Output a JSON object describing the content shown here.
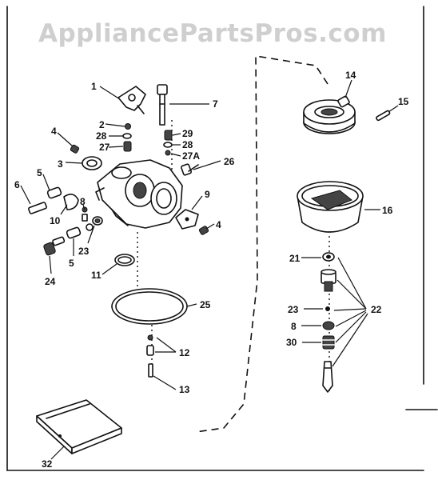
{
  "watermark": "AppliancePartsPros.com",
  "callouts": [
    {
      "id": "1",
      "label": "1"
    },
    {
      "id": "2",
      "label": "2"
    },
    {
      "id": "3",
      "label": "3"
    },
    {
      "id": "4a",
      "label": "4"
    },
    {
      "id": "4b",
      "label": "4"
    },
    {
      "id": "5a",
      "label": "5"
    },
    {
      "id": "5b",
      "label": "5"
    },
    {
      "id": "6",
      "label": "6"
    },
    {
      "id": "7",
      "label": "7"
    },
    {
      "id": "8a",
      "label": "8"
    },
    {
      "id": "8b",
      "label": "8"
    },
    {
      "id": "9",
      "label": "9"
    },
    {
      "id": "10",
      "label": "10"
    },
    {
      "id": "11",
      "label": "11"
    },
    {
      "id": "12",
      "label": "12"
    },
    {
      "id": "13",
      "label": "13"
    },
    {
      "id": "14",
      "label": "14"
    },
    {
      "id": "15",
      "label": "15"
    },
    {
      "id": "16",
      "label": "16"
    },
    {
      "id": "21",
      "label": "21"
    },
    {
      "id": "22",
      "label": "22"
    },
    {
      "id": "23a",
      "label": "23"
    },
    {
      "id": "23b",
      "label": "23"
    },
    {
      "id": "24",
      "label": "24"
    },
    {
      "id": "25",
      "label": "25"
    },
    {
      "id": "26",
      "label": "26"
    },
    {
      "id": "27a",
      "label": "27"
    },
    {
      "id": "27b",
      "label": "27A"
    },
    {
      "id": "28a",
      "label": "28"
    },
    {
      "id": "28b",
      "label": "28"
    },
    {
      "id": "29",
      "label": "29"
    },
    {
      "id": "30",
      "label": "30"
    },
    {
      "id": "32",
      "label": "32"
    }
  ]
}
